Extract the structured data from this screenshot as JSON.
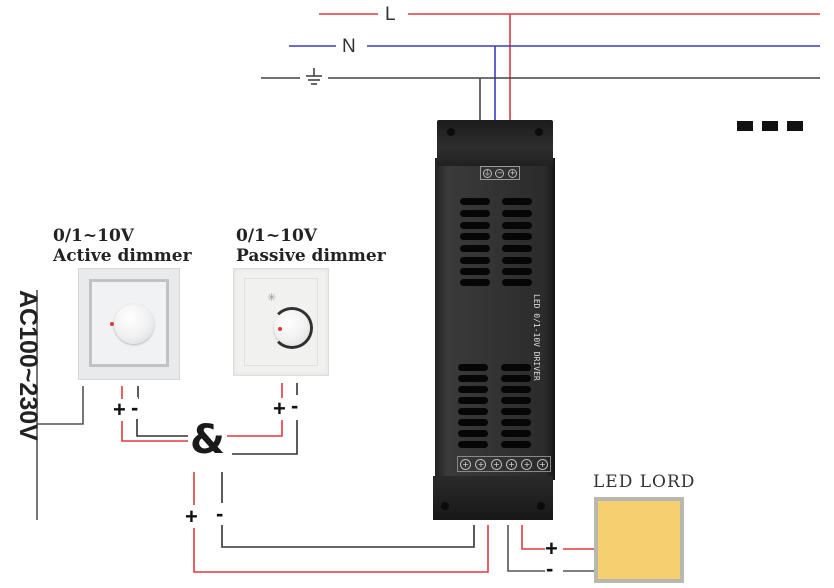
{
  "diagram": {
    "title": "0/1~10V dimming LED driver wiring diagram",
    "mains": {
      "live_label": "L",
      "neutral_label": "N",
      "earth_symbol": "⏚",
      "live_color": "#e0393e",
      "neutral_color": "#3a3dbf",
      "earth_color": "#444444"
    },
    "supply_label": "AC100~230V",
    "active_dimmer": {
      "line1": "0/1~10V",
      "line2": "Active dimmer",
      "plus": "+",
      "minus": "-"
    },
    "passive_dimmer": {
      "line1": "0/1~10V",
      "line2": "Passive dimmer",
      "plus": "+",
      "minus": "-"
    },
    "combine_symbol": "&",
    "driver_dim_input": {
      "plus": "+",
      "minus": "-"
    },
    "driver": {
      "input_terminals": [
        "⏚",
        "−",
        "+"
      ],
      "output_terminals": [
        "+",
        "+",
        "+",
        "+",
        "+",
        "+"
      ],
      "model_text": "LED 0/1-10V DRIVER"
    },
    "load": {
      "label": "LED LORD",
      "plus": "+",
      "minus": "-",
      "color": "#f5cf70"
    },
    "more_indicator": "■■■",
    "wire_colors": {
      "positive": "#e0393e",
      "negative": "#333333"
    }
  }
}
